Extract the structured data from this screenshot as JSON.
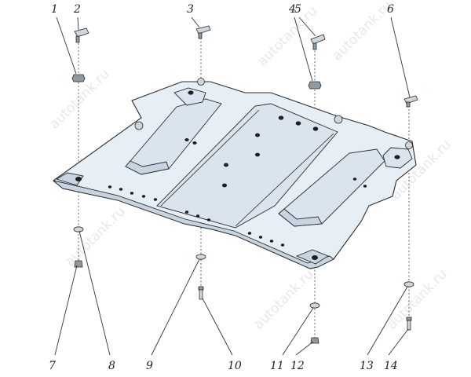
{
  "callouts": [
    "1",
    "2",
    "3",
    "4",
    "5",
    "6",
    "7",
    "8",
    "9",
    "10",
    "11",
    "12",
    "13",
    "14"
  ],
  "watermark": "autotank.ru"
}
